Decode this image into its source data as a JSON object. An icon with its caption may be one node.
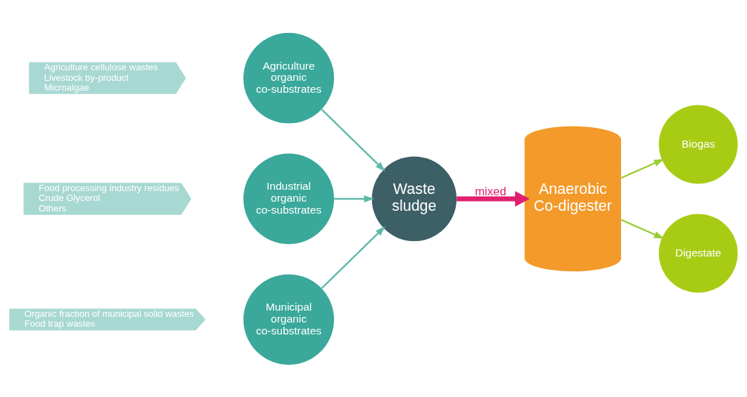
{
  "diagram": {
    "nodes": [
      {
        "text": [
          "Agriculture cellulose wastes",
          "Livestock by-product",
          "Microalgae"
        ]
      },
      {
        "text": [
          "Agriculture organic co-substrates"
        ]
      },
      {
        "text": [
          "Food processing industry residues",
          "Crude Glycerol",
          "Others"
        ]
      },
      {
        "text": [
          "Industrial organic co-substrates"
        ]
      },
      {
        "text": [
          "Organic fraction of municipal solid wastes",
          "Food trap wastes"
        ]
      },
      {
        "text": [
          "Municipal organic co-substrates"
        ]
      },
      {
        "text": [
          "Waste sludge"
        ]
      },
      {
        "text": [
          "Anaerobic Co-digester"
        ]
      },
      {
        "text": [
          "Biogas"
        ]
      },
      {
        "text": [
          "Digestate"
        ]
      }
    ],
    "edges": [
      {
        "from": 1,
        "to": 6,
        "arrow": "to"
      },
      {
        "from": 3,
        "to": 6,
        "arrow": "to"
      },
      {
        "from": 5,
        "to": 6,
        "arrow": "to"
      },
      {
        "from": 6,
        "to": 7,
        "arrow": "to",
        "label": "mixed",
        "style": "thick",
        "color": "#e0206f"
      },
      {
        "from": 7,
        "to": 8,
        "arrow": "to",
        "color": "#9acd32"
      },
      {
        "from": 7,
        "to": 9,
        "arrow": "to",
        "color": "#9acd32"
      }
    ]
  }
}
